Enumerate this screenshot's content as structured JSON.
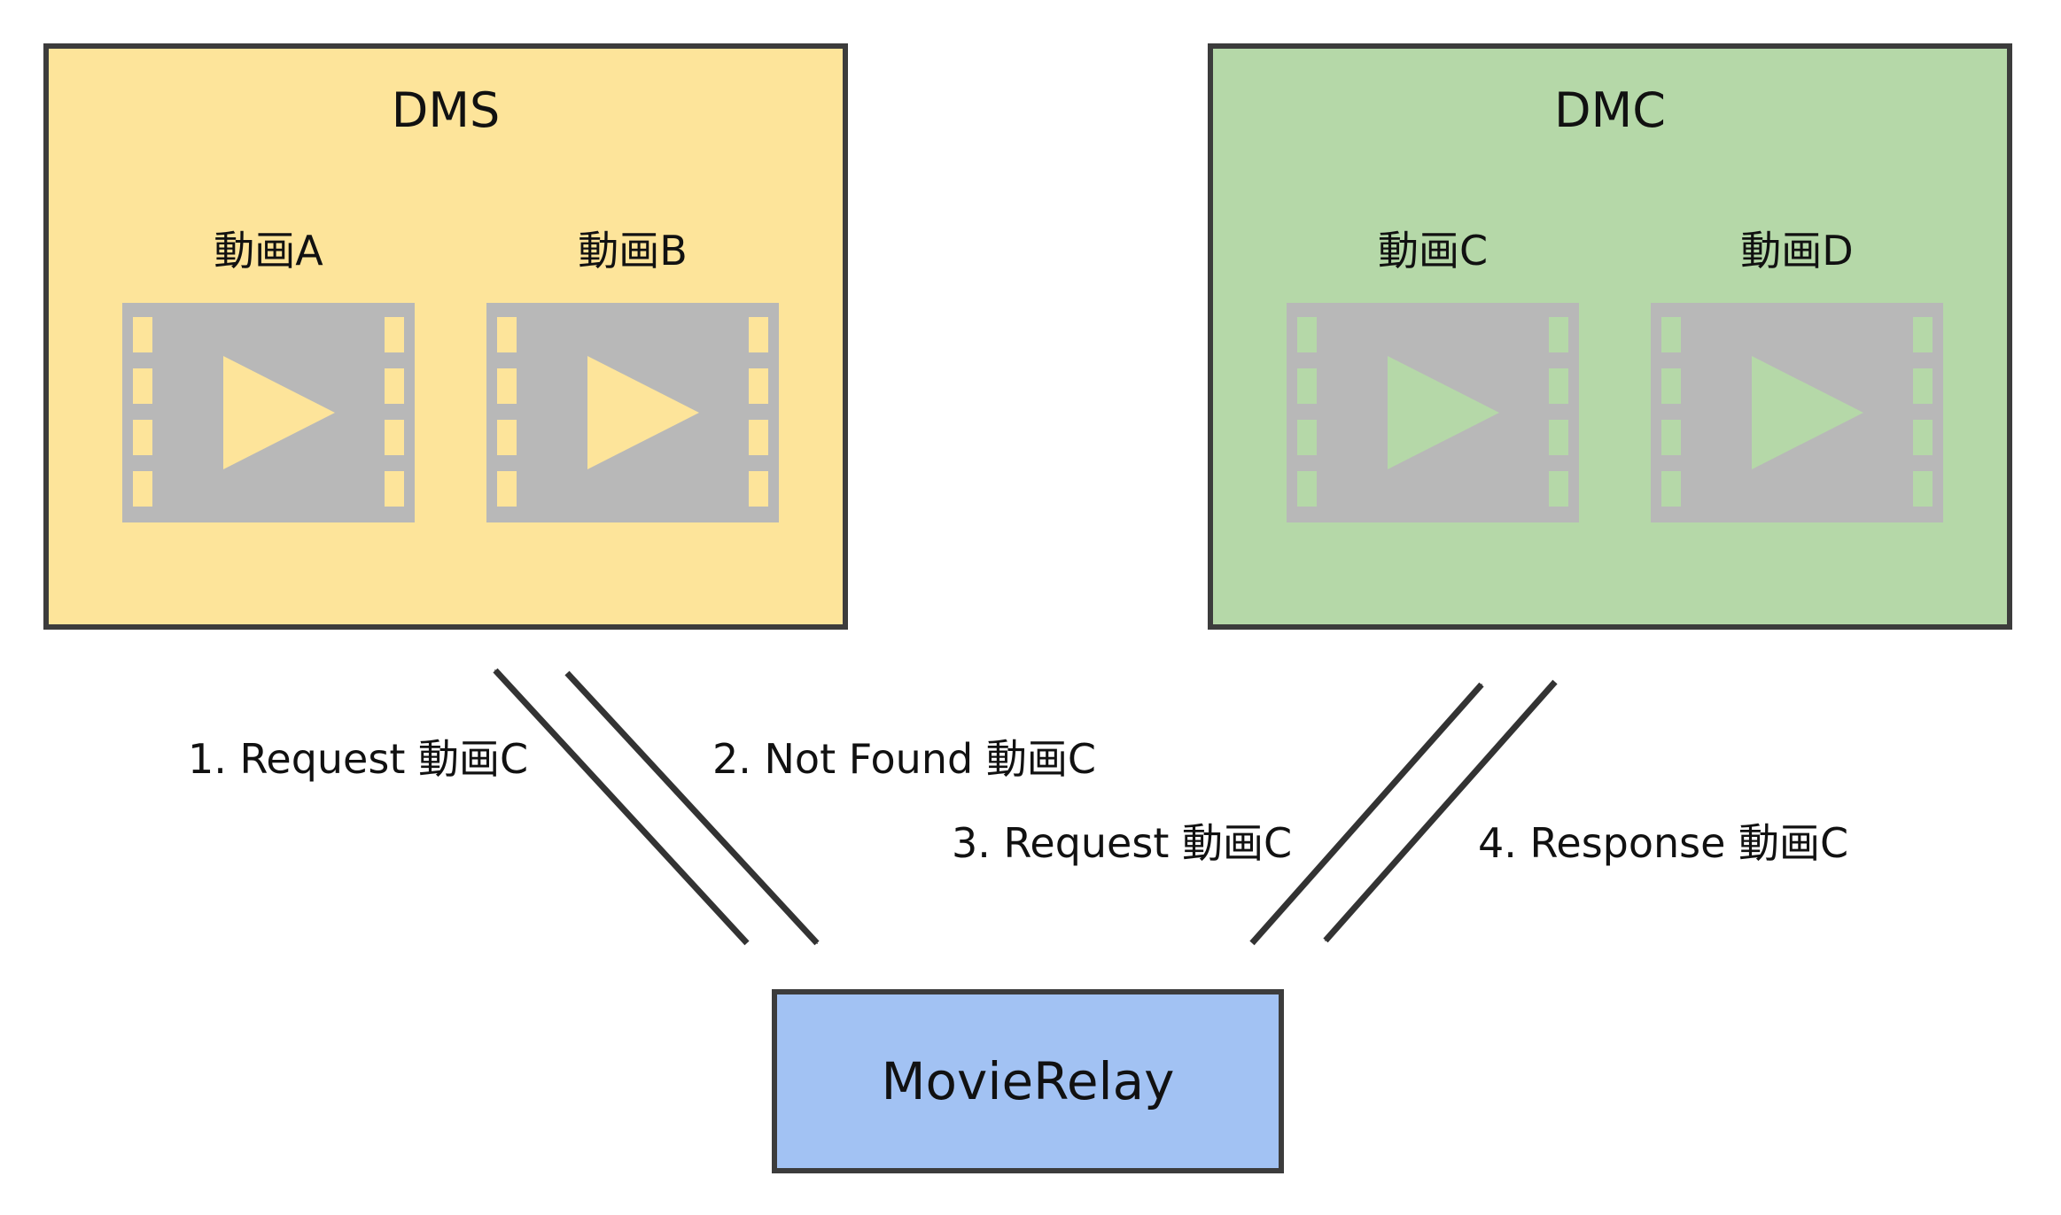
{
  "servers": {
    "dms": {
      "title": "DMS",
      "fill": "#fde49a",
      "videos": [
        {
          "label": "動画A"
        },
        {
          "label": "動画B"
        }
      ]
    },
    "dmc": {
      "title": "DMC",
      "fill": "#b5d8a8",
      "videos": [
        {
          "label": "動画C"
        },
        {
          "label": "動画D"
        }
      ]
    }
  },
  "relay": {
    "title": "MovieRelay",
    "fill": "#a2c2f3"
  },
  "steps": [
    {
      "label": "1. Request 動画C"
    },
    {
      "label": "2. Not Found 動画C"
    },
    {
      "label": "3. Request 動画C"
    },
    {
      "label": "4. Response 動画C"
    }
  ],
  "colors": {
    "border": "#3c3c3c",
    "film_strip": "#b8b8b8",
    "arrow": "#333333"
  },
  "icon": "film-play-icon"
}
